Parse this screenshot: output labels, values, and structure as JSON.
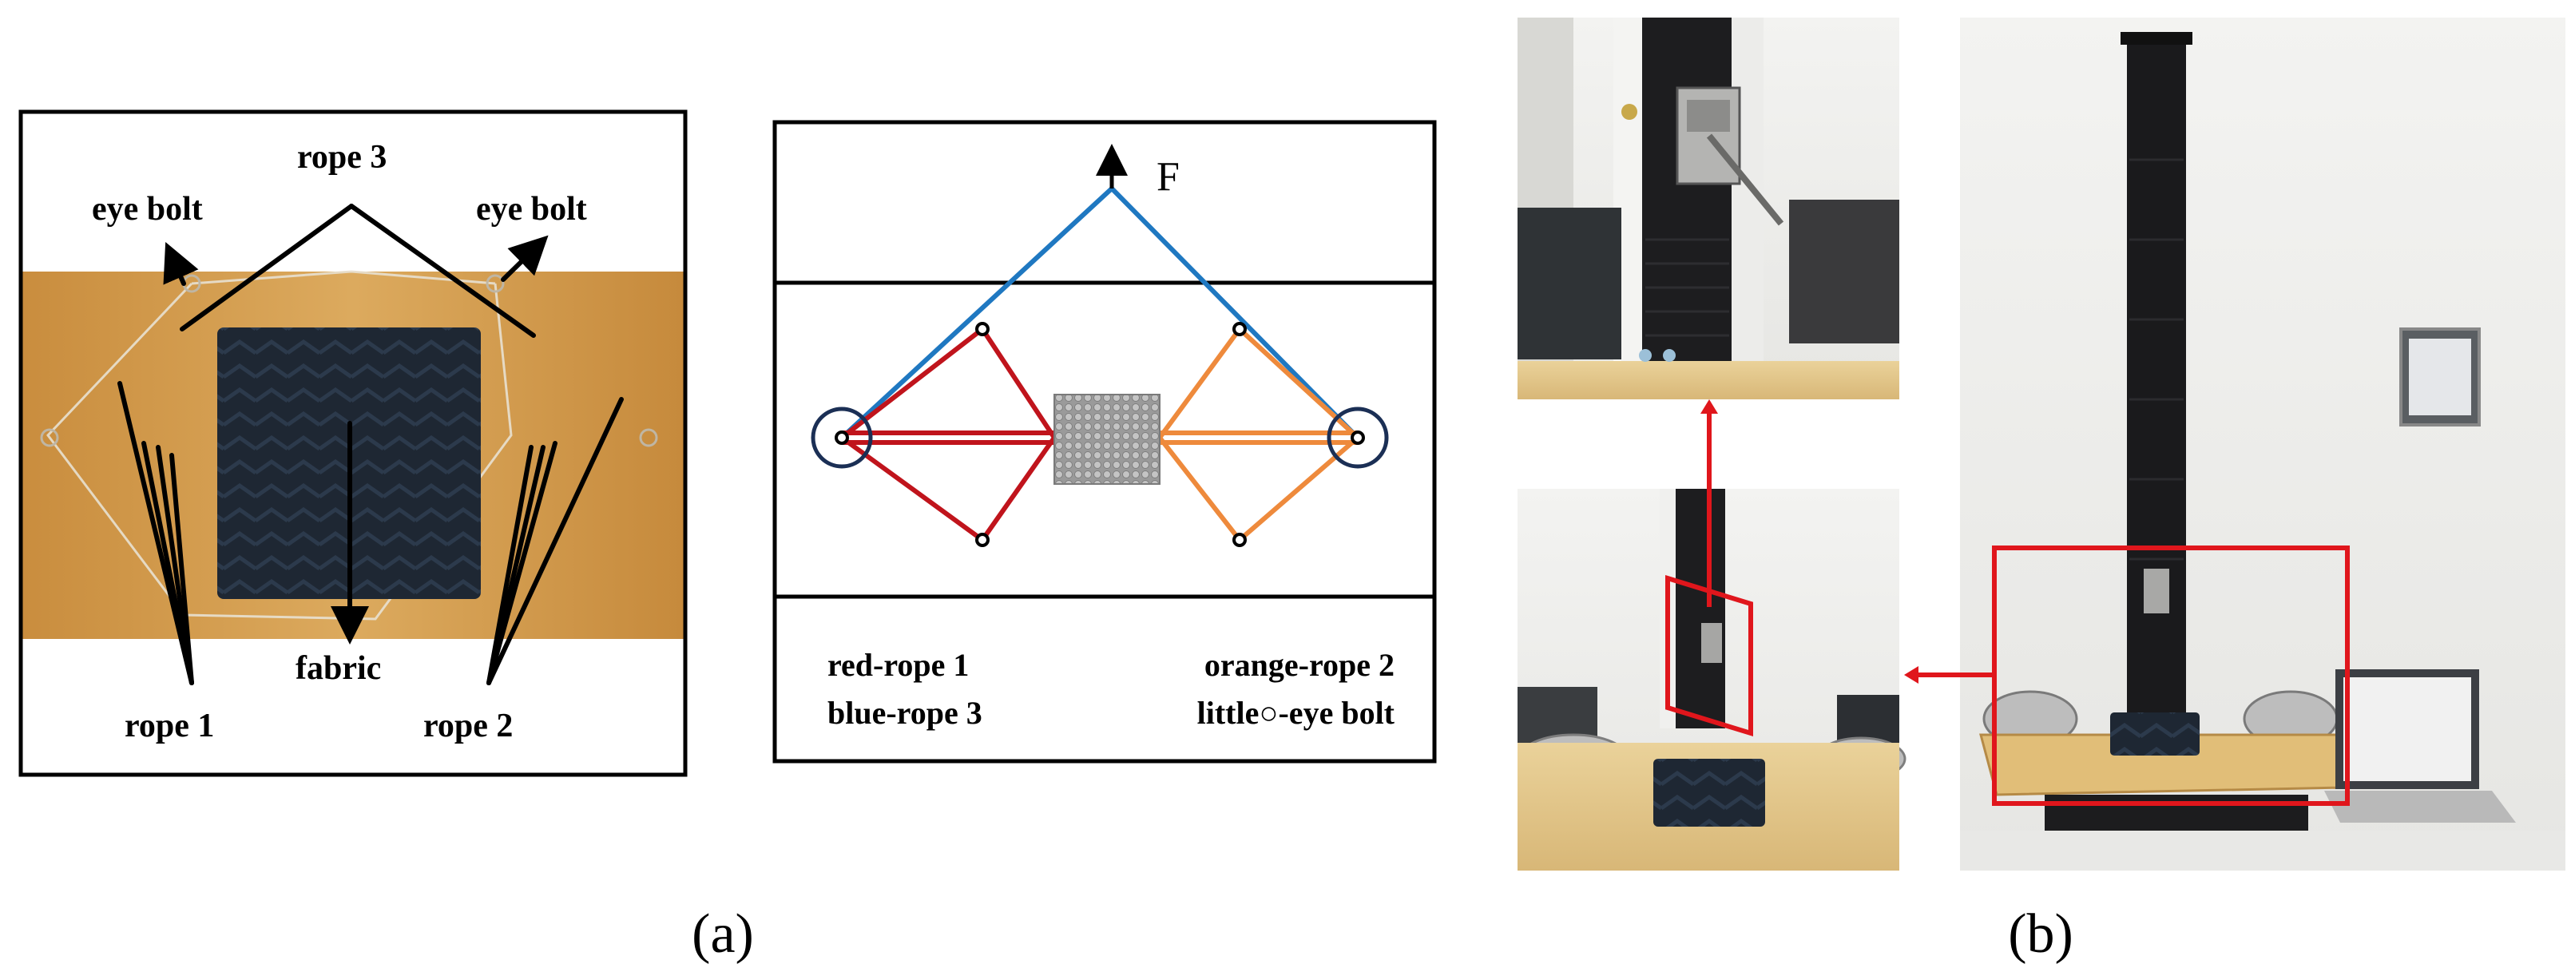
{
  "panel_a": {
    "photo_labels": {
      "rope3": "rope 3",
      "eye_bolt_left": "eye bolt",
      "eye_bolt_right": "eye bolt",
      "fabric": "fabric",
      "rope1": "rope 1",
      "rope2": "rope 2"
    },
    "schematic": {
      "force": "F",
      "legend_red": "red-rope 1",
      "legend_orange": "orange-rope 2",
      "legend_blue": "blue-rope 3",
      "legend_eye": "little○-eye bolt"
    },
    "caption": "(a)"
  },
  "panel_b": {
    "caption": "(b)"
  },
  "colors": {
    "rope1": "#c0141c",
    "rope2": "#ee8a3c",
    "rope3": "#1f78c1",
    "eye_circle": "#1b2f55",
    "highlight": "#e0161c",
    "wood": "#d9a557",
    "fabric": "#1f2a38"
  }
}
